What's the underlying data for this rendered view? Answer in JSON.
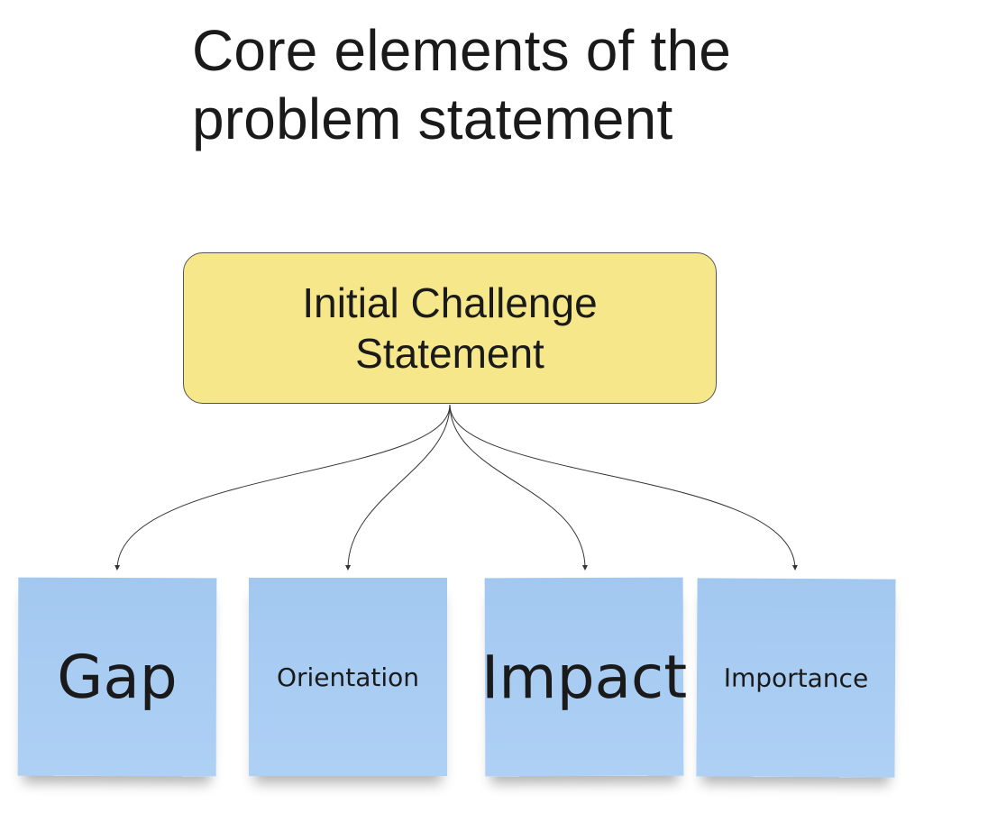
{
  "title": {
    "line1": "Core elements of the",
    "line2": "problem statement"
  },
  "root": {
    "line1": "Initial Challenge",
    "line2": "Statement",
    "fill_color": "#f6e88a"
  },
  "notes": [
    {
      "label": "Gap"
    },
    {
      "label": "Orientation"
    },
    {
      "label": "Impact"
    },
    {
      "label": "Importance"
    }
  ],
  "colors": {
    "note_fill": "#a9cdf3",
    "connector": "#333333"
  }
}
